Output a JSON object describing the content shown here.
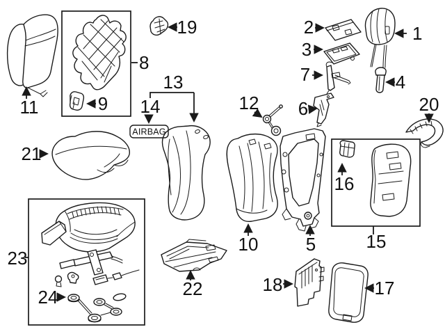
{
  "diagram": {
    "background_color": "#ffffff",
    "line_color": "#1a1a1a",
    "airbag_tag": {
      "label": "AIRBAG"
    },
    "callouts": [
      {
        "number": "1"
      },
      {
        "number": "2"
      },
      {
        "number": "3"
      },
      {
        "number": "4"
      },
      {
        "number": "5"
      },
      {
        "number": "6"
      },
      {
        "number": "7"
      },
      {
        "number": "8"
      },
      {
        "number": "9"
      },
      {
        "number": "10"
      },
      {
        "number": "11"
      },
      {
        "number": "12"
      },
      {
        "number": "13"
      },
      {
        "number": "14"
      },
      {
        "number": "15"
      },
      {
        "number": "16"
      },
      {
        "number": "17"
      },
      {
        "number": "18"
      },
      {
        "number": "19"
      },
      {
        "number": "20"
      },
      {
        "number": "21"
      },
      {
        "number": "22"
      },
      {
        "number": "23"
      },
      {
        "number": "24"
      }
    ]
  }
}
